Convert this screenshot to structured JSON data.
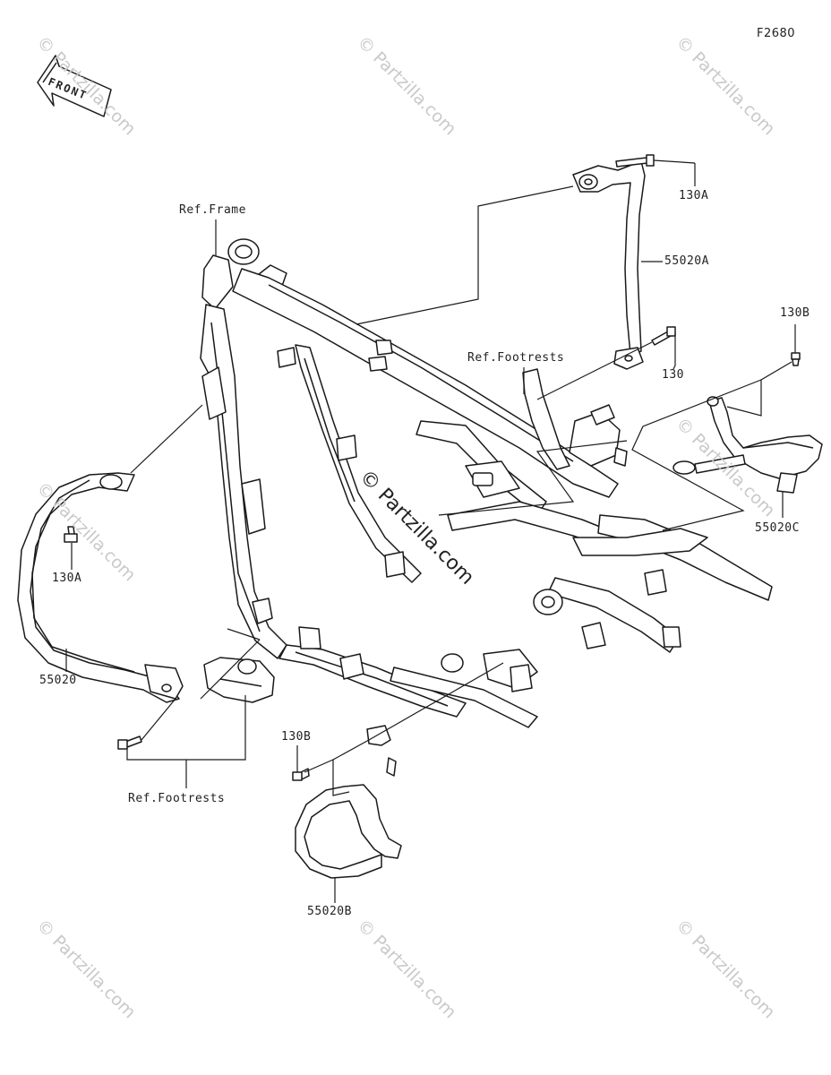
{
  "figure_code": "F2680",
  "front_label": "FRONT",
  "watermark": "© Partzilla.com",
  "labels": {
    "ref_frame": "Ref.Frame",
    "ref_footrests_upper": "Ref.Footrests",
    "ref_footrests_lower": "Ref.Footrests",
    "p_130A_top": "130A",
    "p_55020A": "55020A",
    "p_130": "130",
    "p_130B_right": "130B",
    "p_55020C": "55020C",
    "p_130A_left": "130A",
    "p_55020": "55020",
    "p_130B_lower": "130B",
    "p_55020B": "55020B"
  }
}
